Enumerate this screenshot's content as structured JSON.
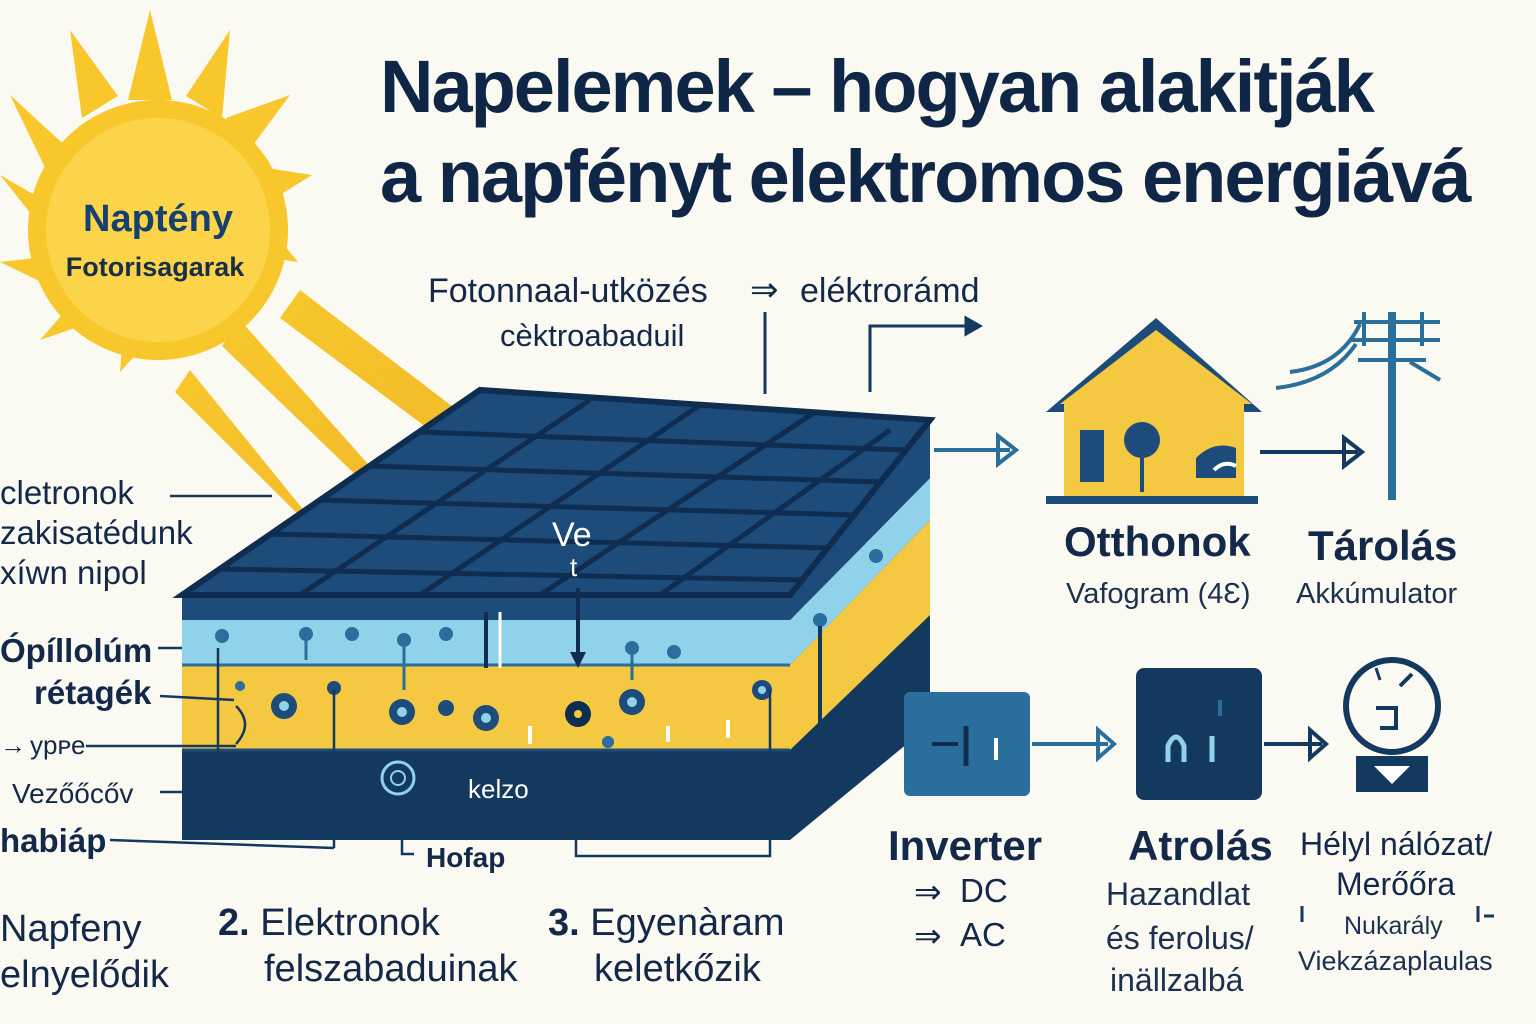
{
  "title": {
    "line1": "Napelemek – hogyan alakitják",
    "line2": "a napfényt elektromos energiává"
  },
  "sun": {
    "label": "Naptény",
    "sublabel": "Fotorisagarak"
  },
  "top_annotation": {
    "line1_left": "Fotonnaal-utközés",
    "arrow": "⇒",
    "line1_right": "eléktrorámd",
    "line2": "cèktroabaduil"
  },
  "panel": {
    "ve_label": "Ve",
    "ve_sub": "t",
    "base_label": "kelzo"
  },
  "left_labels": {
    "electrons": [
      "cletronok",
      "zakisatédunk",
      "xíwn nipol"
    ],
    "layer": [
      "Ópíllolúm",
      "rétagék"
    ],
    "type": "ypᴘe",
    "conductor": "Vezőőcőv",
    "base": "habiáp"
  },
  "hofap": "Hofap",
  "destinations": {
    "homes": {
      "title": "Otthonok",
      "subtitle": "Vafogram (4Ɛ)"
    },
    "storage": {
      "title": "Tárolás",
      "subtitle": "Akkúmulator"
    }
  },
  "flow": {
    "inverter": {
      "title": "Inverter",
      "dc": "DC",
      "ac": "AC",
      "arrow": "⇒"
    },
    "atrolas": {
      "title": "Atrolás",
      "lines": [
        "Hazandlat",
        "és ferolus/",
        "inällzalbá"
      ]
    },
    "grid": {
      "title": "Hélyl nálózat/",
      "line2": "Merőőra",
      "line3": "Nukarály",
      "line4": "Viekzázaplaulas"
    },
    "inverter_icon": "-| ı",
    "battery_icon": "ɅI"
  },
  "steps": [
    {
      "num": "",
      "line1": "Napfeny",
      "line2": "elnyelődik"
    },
    {
      "num": "2.",
      "line1": "Elektronok",
      "line2": "felszabaduinak"
    },
    {
      "num": "3.",
      "line1": "Egyenàram",
      "line2": "keletkőzik"
    }
  ],
  "colors": {
    "navy": "#14395f",
    "panel_top": "#1d4b7a",
    "panel_grid": "#0f2d50",
    "yellow": "#f5c842",
    "sun": "#f7c72b",
    "light_blue": "#8fd2ea",
    "mid_blue": "#2a6e9c",
    "background": "#fbfaf2"
  }
}
